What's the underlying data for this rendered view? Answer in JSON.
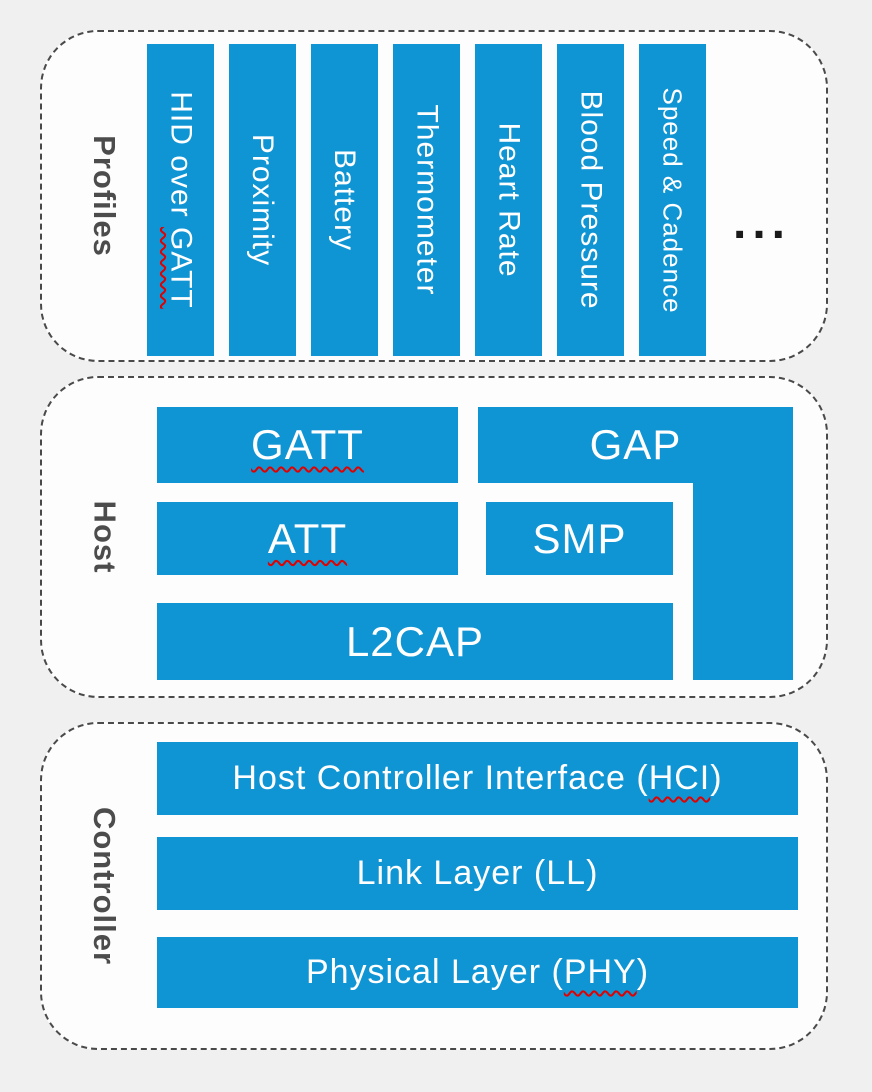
{
  "colors": {
    "page_bg": "#f0f0f1",
    "panel_bg": "#fdfdfd",
    "panel_border": "#4a4a4a",
    "accent_blue": "#1095d4",
    "box_text": "#ffffff",
    "section_label": "#4c4c4c",
    "spellcheck_red": "#e00000",
    "ellipsis_color": "#1a1a1a"
  },
  "profiles": {
    "label": "Profiles",
    "bars": [
      {
        "pre": "HID over ",
        "misspelled": "GATT",
        "post": ""
      },
      {
        "pre": "Proximity",
        "misspelled": "",
        "post": ""
      },
      {
        "pre": "Battery",
        "misspelled": "",
        "post": ""
      },
      {
        "pre": "Thermometer",
        "misspelled": "",
        "post": ""
      },
      {
        "pre": "Heart Rate",
        "misspelled": "",
        "post": ""
      },
      {
        "pre": "Blood Pressure",
        "misspelled": "",
        "post": ""
      },
      {
        "pre": "Speed & Cadence",
        "misspelled": "",
        "post": ""
      }
    ],
    "more": "..."
  },
  "host": {
    "label": "Host",
    "boxes": {
      "gatt": {
        "pre": "",
        "misspelled": "GATT",
        "post": ""
      },
      "gap": {
        "pre": "GAP",
        "misspelled": "",
        "post": ""
      },
      "att": {
        "pre": "",
        "misspelled": "ATT",
        "post": ""
      },
      "smp": {
        "pre": "SMP",
        "misspelled": "",
        "post": ""
      },
      "l2cap": {
        "pre": "L2CAP",
        "misspelled": "",
        "post": ""
      }
    }
  },
  "controller": {
    "label": "Controller",
    "boxes": {
      "hci": {
        "pre": "Host Controller Interface (",
        "misspelled": "HCI",
        "post": ")"
      },
      "ll": {
        "pre": "Link Layer (LL)",
        "misspelled": "",
        "post": ""
      },
      "phy": {
        "pre": "Physical Layer (",
        "misspelled": "PHY",
        "post": ")"
      }
    }
  }
}
